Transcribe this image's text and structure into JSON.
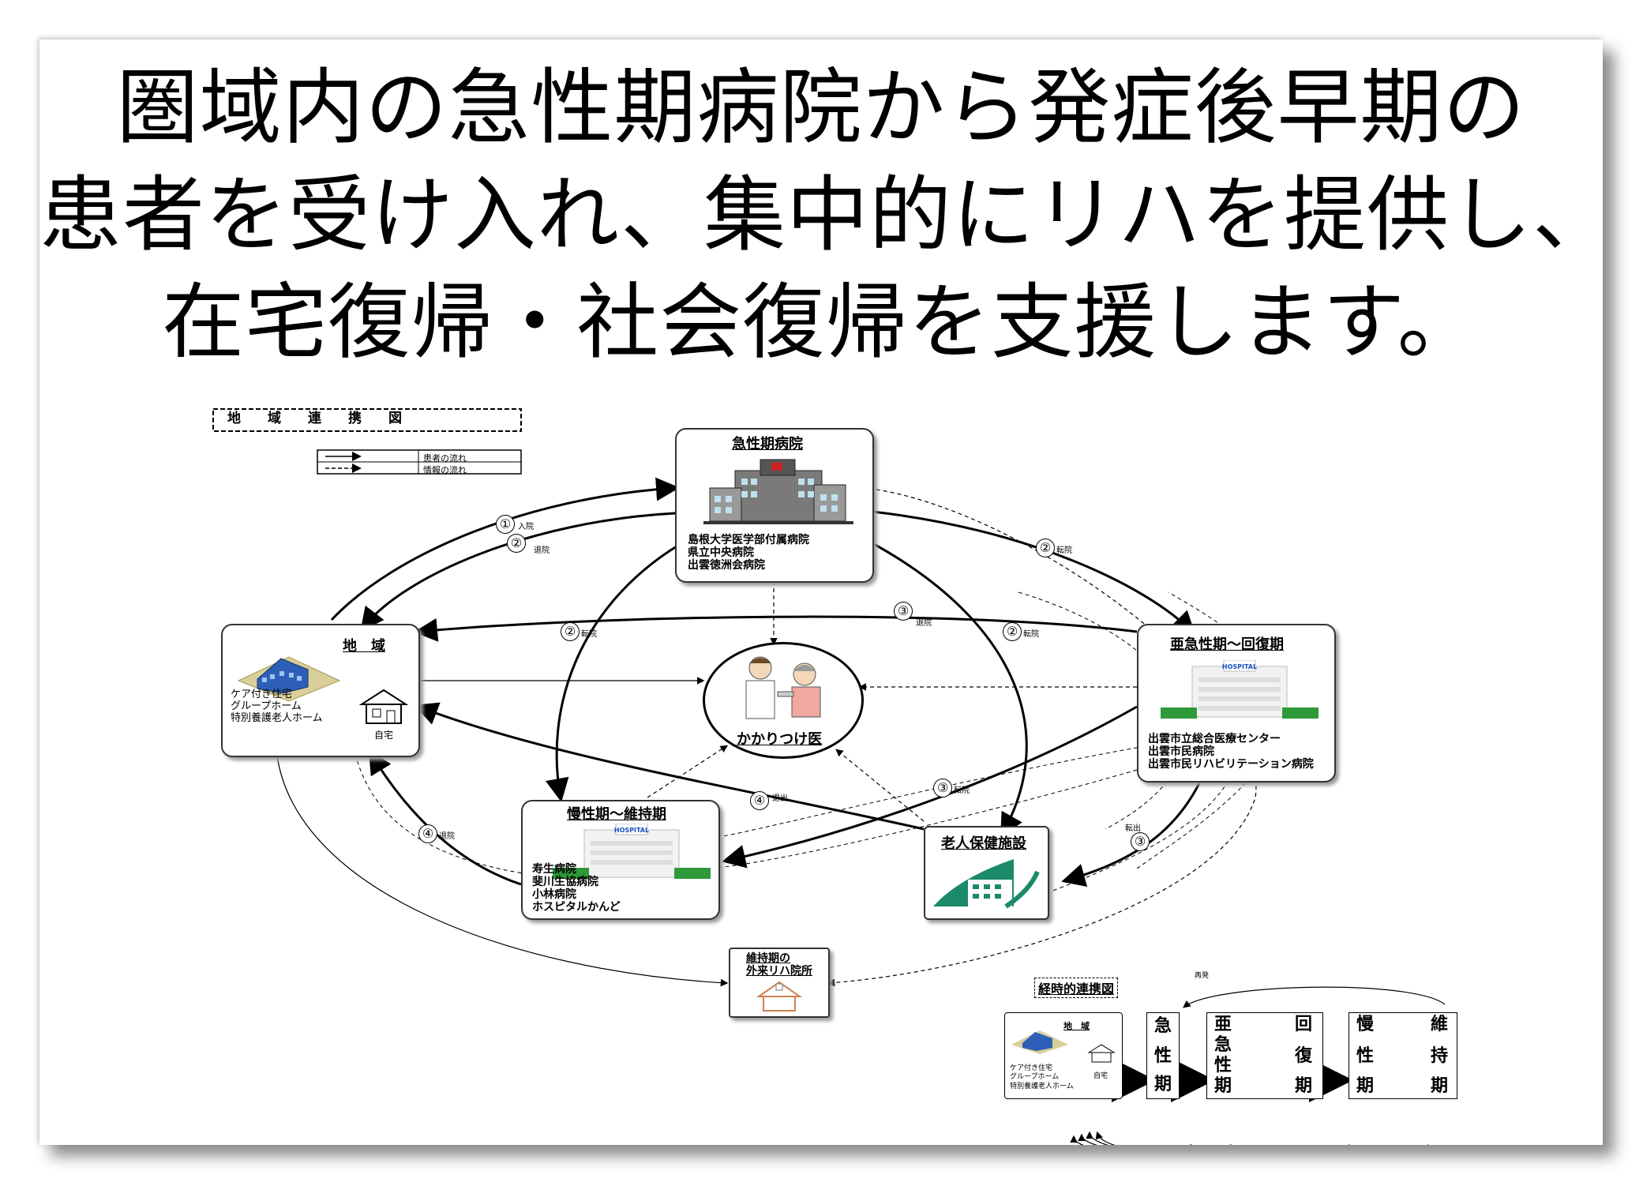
{
  "title_lines": [
    "圏域内の急性期病院から発症後早期の",
    "患者を受け入れ、集中的にリハを提供し、",
    "在宅復帰・社会復帰を支援します。"
  ],
  "legend": {
    "title": "地　　域　　連　　携　　図",
    "solid": "患者の流れ",
    "dashed": "情報の流れ"
  },
  "nodes": {
    "acute": {
      "title": "急性期病院",
      "lines": [
        "島根大学医学部付属病院",
        "県立中央病院",
        "出雲徳洲会病院"
      ]
    },
    "community": {
      "title": "地　域",
      "lines": [
        "ケア付き住宅",
        "グループホーム",
        "特別養護老人ホーム"
      ],
      "home": "自宅"
    },
    "subacute": {
      "title": "亜急性期～回復期",
      "lines": [
        "出雲市立総合医療センター",
        "出雲市民病院",
        "出雲市民リハビリテーション病院"
      ]
    },
    "gp": {
      "title": "かかりつけ医"
    },
    "chronic": {
      "title": "慢性期～維持期",
      "lines": [
        "寿生病院",
        "斐川生協病院",
        "小林病院",
        "ホスピタルかんど"
      ]
    },
    "rouken": {
      "title": "老人保健施設"
    },
    "outpatient": {
      "lines": [
        "維持期の",
        "外来リハ院所"
      ]
    }
  },
  "hospital_sign": "HOSPITAL",
  "flows": [
    {
      "num": "①",
      "label": "入院"
    },
    {
      "num": "②",
      "label": "退院"
    },
    {
      "num": "②",
      "label": "転院"
    },
    {
      "num": "②",
      "label": "転院"
    },
    {
      "num": "②",
      "label": "転院"
    },
    {
      "num": "③",
      "label": "退院"
    },
    {
      "num": "③",
      "label": "転院"
    },
    {
      "num": "③",
      "label": "転出"
    },
    {
      "num": "④",
      "label": "退出"
    },
    {
      "num": "④",
      "label": "退院"
    }
  ],
  "timeline": {
    "title": "経時的連携図",
    "community": {
      "title": "地　域",
      "lines": [
        "ケア付き住宅",
        "グループホーム",
        "特別養護老人ホーム"
      ],
      "home": "自宅"
    },
    "stages": [
      {
        "chars": [
          "急",
          "性",
          "期"
        ]
      },
      {
        "chars": [
          "亜",
          "急",
          "性",
          "期"
        ]
      },
      {
        "chars": [
          "回",
          "復",
          "期"
        ]
      },
      {
        "chars": [
          "慢",
          "性",
          "期"
        ]
      },
      {
        "chars": [
          "維",
          "持",
          "期"
        ]
      }
    ],
    "recurrence": "再発"
  }
}
